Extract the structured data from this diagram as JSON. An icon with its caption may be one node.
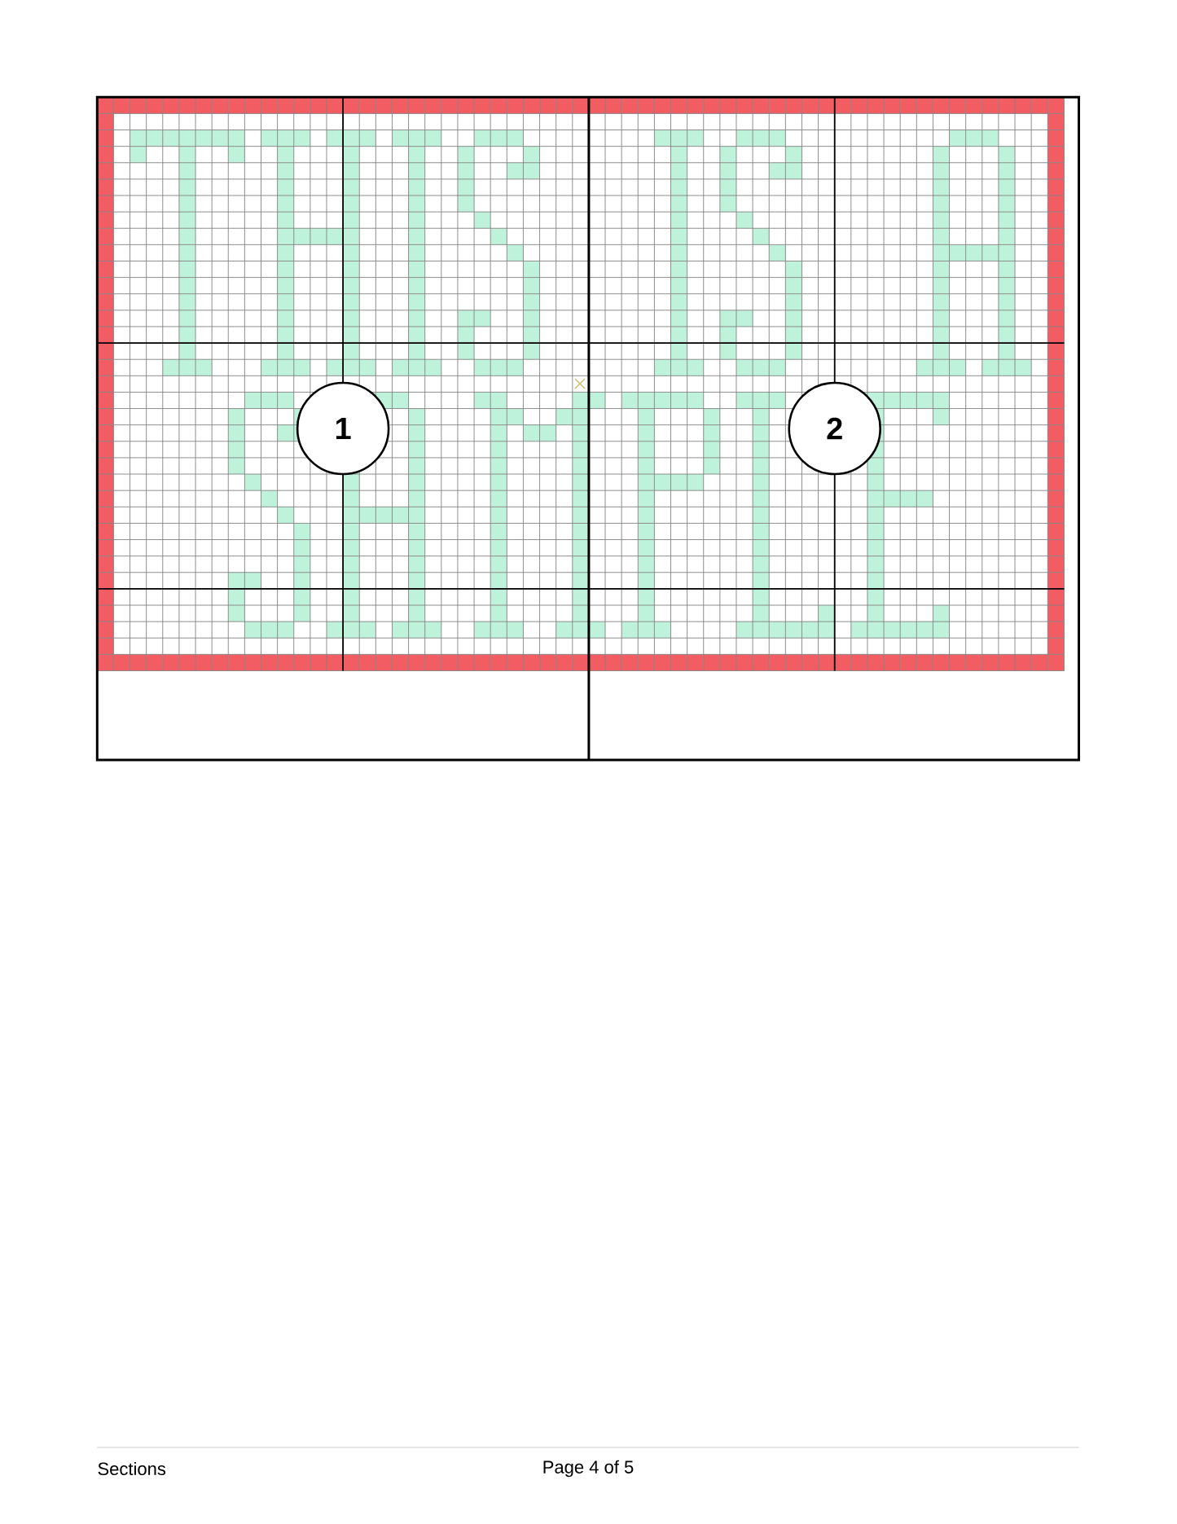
{
  "diagram": {
    "labels": [
      "1",
      "2",
      "Sections",
      "Page 4 of 5"
    ]
  }
}
